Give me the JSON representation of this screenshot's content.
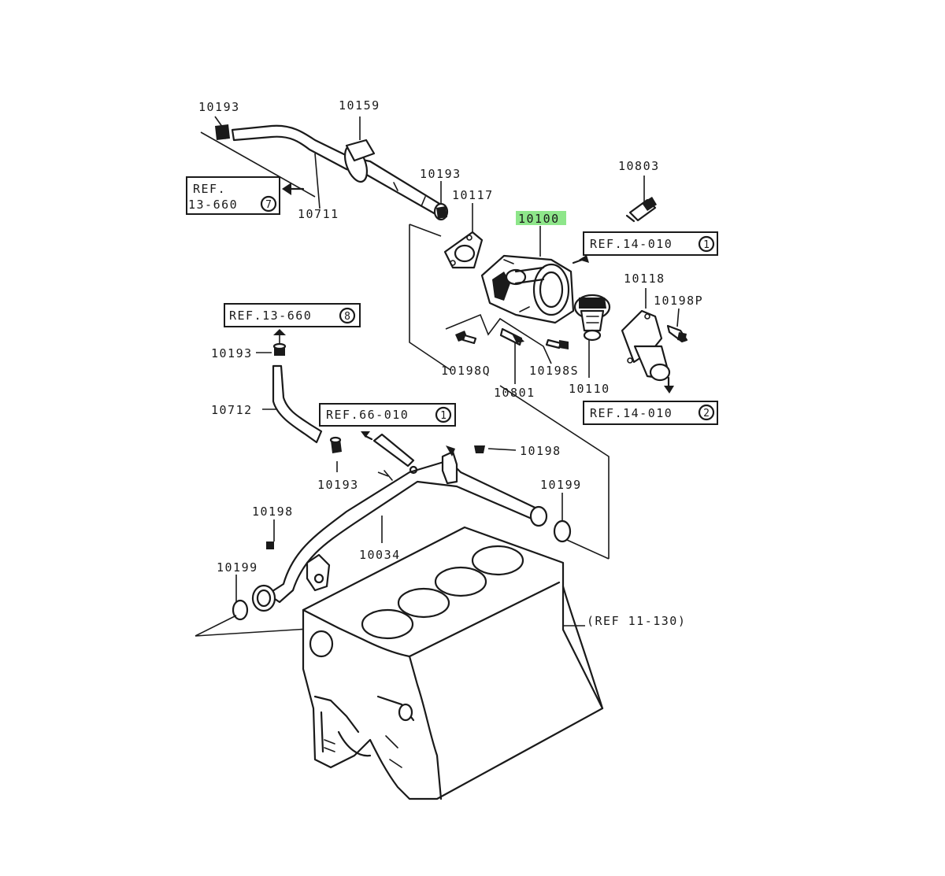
{
  "highlight_color": "#8ee68a",
  "ink_color": "#1a1a1a",
  "parts": [
    {
      "id": "p-10193-a",
      "text": "10193",
      "highlight": false
    },
    {
      "id": "p-10159",
      "text": "10159",
      "highlight": false
    },
    {
      "id": "p-10711",
      "text": "10711",
      "highlight": false
    },
    {
      "id": "p-10193-b",
      "text": "10193",
      "highlight": false
    },
    {
      "id": "p-10117",
      "text": "10117",
      "highlight": false
    },
    {
      "id": "p-10100",
      "text": "10100",
      "highlight": true
    },
    {
      "id": "p-10803",
      "text": "10803",
      "highlight": false
    },
    {
      "id": "p-10118",
      "text": "10118",
      "highlight": false
    },
    {
      "id": "p-10198p",
      "text": "10198P",
      "highlight": false
    },
    {
      "id": "p-10198q",
      "text": "10198Q",
      "highlight": false
    },
    {
      "id": "p-10198s",
      "text": "10198S",
      "highlight": false
    },
    {
      "id": "p-10801",
      "text": "10801",
      "highlight": false
    },
    {
      "id": "p-10110",
      "text": "10110",
      "highlight": false
    },
    {
      "id": "p-10193-c",
      "text": "10193",
      "highlight": false
    },
    {
      "id": "p-10712",
      "text": "10712",
      "highlight": false
    },
    {
      "id": "p-10193-d",
      "text": "10193",
      "highlight": false
    },
    {
      "id": "p-10198-a",
      "text": "10198",
      "highlight": false
    },
    {
      "id": "p-10199-a",
      "text": "10199",
      "highlight": false
    },
    {
      "id": "p-10198-b",
      "text": "10198",
      "highlight": false
    },
    {
      "id": "p-10034",
      "text": "10034",
      "highlight": false
    },
    {
      "id": "p-10199-b",
      "text": "10199",
      "highlight": false
    },
    {
      "id": "p-ref-11-130",
      "text": "(REF 11-130)",
      "highlight": false
    }
  ],
  "refs": [
    {
      "id": "ref-13-660-7",
      "lines": [
        "REF.",
        "13-660"
      ],
      "num": "7"
    },
    {
      "id": "ref-14-010-1",
      "lines": [
        "REF.14-010"
      ],
      "num": "1"
    },
    {
      "id": "ref-13-660-8",
      "lines": [
        "REF.13-660"
      ],
      "num": "8"
    },
    {
      "id": "ref-66-010-1",
      "lines": [
        "REF.66-010"
      ],
      "num": "1"
    },
    {
      "id": "ref-14-010-2",
      "lines": [
        "REF.14-010"
      ],
      "num": "2"
    }
  ]
}
